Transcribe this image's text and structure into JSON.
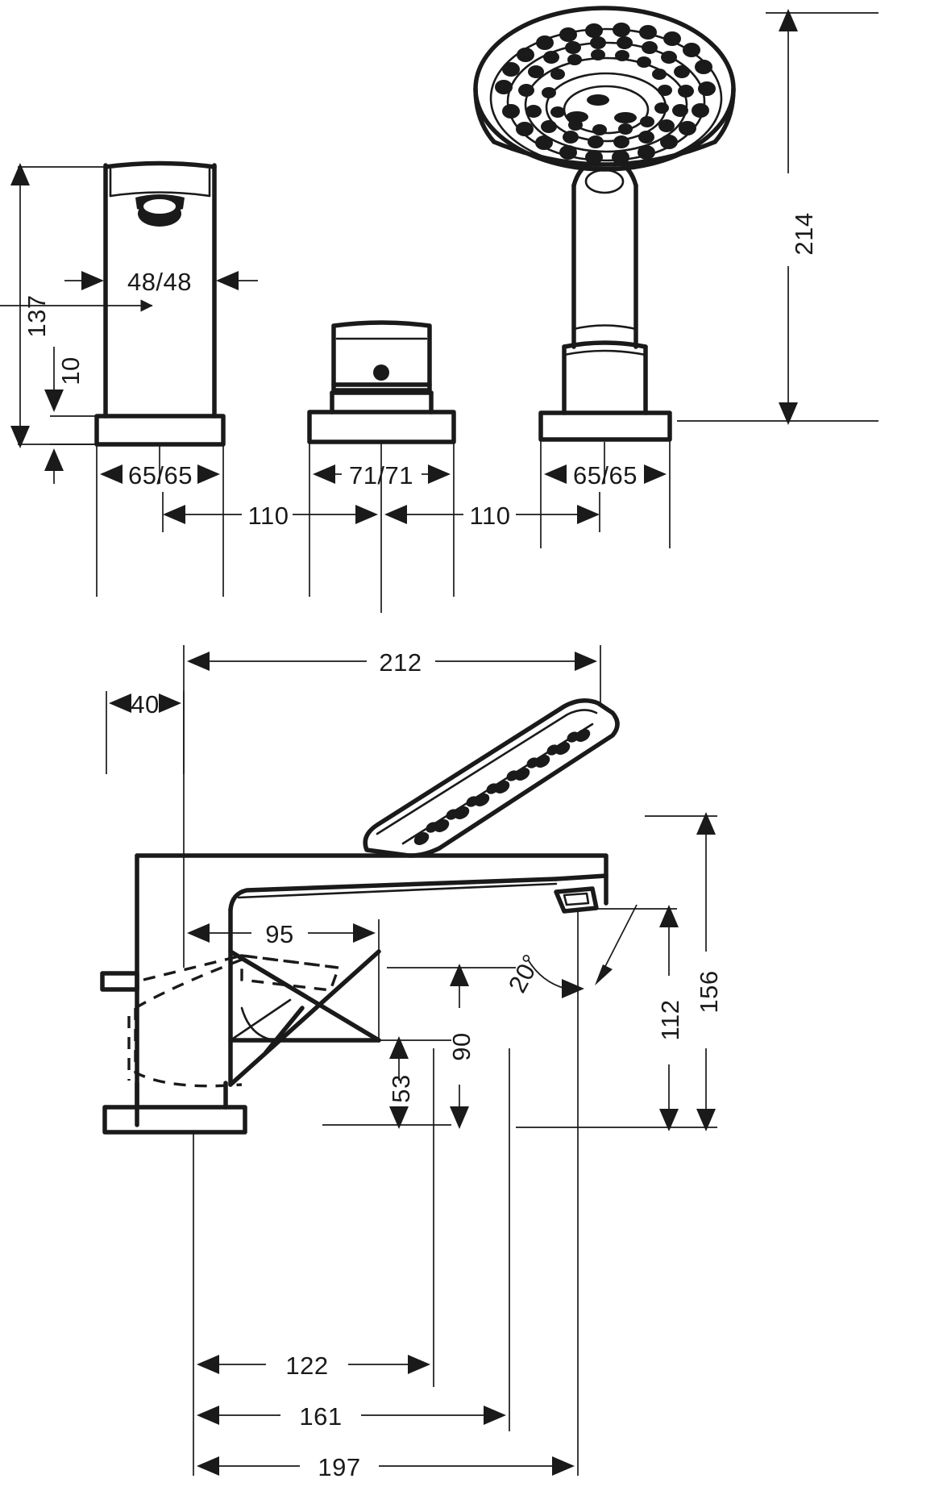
{
  "drawing": {
    "title": "Bath tub mixer technical dimension drawing",
    "units": "mm",
    "line_color": "#1a1a1a",
    "background": "#ffffff"
  },
  "views": {
    "top": {
      "name": "front-elevation-three-hole-set",
      "components": [
        {
          "id": "spout",
          "label": "square spout body"
        },
        {
          "id": "valve",
          "label": "control valve"
        },
        {
          "id": "handshower",
          "label": "hand shower on holder"
        }
      ]
    },
    "bottom": {
      "name": "side-elevation-section",
      "components": [
        {
          "id": "body",
          "label": "mixer body side view"
        },
        {
          "id": "handshower-tilted",
          "label": "tilted hand shower"
        },
        {
          "id": "lever",
          "label": "lever handle"
        }
      ]
    }
  },
  "dimensions": {
    "top_view": [
      {
        "id": "dim-137",
        "value": "137",
        "orientation": "vertical",
        "position": "left"
      },
      {
        "id": "dim-10",
        "value": "10",
        "orientation": "vertical",
        "position": "left-inner"
      },
      {
        "id": "dim-48-48",
        "value": "48/48",
        "orientation": "horizontal",
        "position": "spout-width"
      },
      {
        "id": "dim-214",
        "value": "214",
        "orientation": "vertical",
        "position": "right"
      },
      {
        "id": "dim-65-65-left",
        "value": "65/65",
        "orientation": "horizontal",
        "position": "spout-base"
      },
      {
        "id": "dim-71-71",
        "value": "71/71",
        "orientation": "horizontal",
        "position": "valve-base"
      },
      {
        "id": "dim-65-65-right",
        "value": "65/65",
        "orientation": "horizontal",
        "position": "shower-base"
      },
      {
        "id": "dim-110-left",
        "value": "110",
        "orientation": "horizontal",
        "position": "spout-to-valve"
      },
      {
        "id": "dim-110-right",
        "value": "110",
        "orientation": "horizontal",
        "position": "valve-to-shower"
      }
    ],
    "side_view": [
      {
        "id": "dim-212",
        "value": "212",
        "orientation": "horizontal",
        "position": "overall-top"
      },
      {
        "id": "dim-40",
        "value": "40",
        "orientation": "horizontal",
        "position": "left-offset"
      },
      {
        "id": "dim-95",
        "value": "95",
        "orientation": "horizontal",
        "position": "lever-reach"
      },
      {
        "id": "dim-20deg",
        "value": "20°",
        "orientation": "rotated",
        "position": "outlet-angle"
      },
      {
        "id": "dim-156",
        "value": "156",
        "orientation": "vertical",
        "position": "right-outer"
      },
      {
        "id": "dim-112",
        "value": "112",
        "orientation": "vertical",
        "position": "right-inner"
      },
      {
        "id": "dim-90",
        "value": "90",
        "orientation": "vertical",
        "position": "mid"
      },
      {
        "id": "dim-53",
        "value": "53",
        "orientation": "vertical",
        "position": "mid-inner"
      },
      {
        "id": "dim-122",
        "value": "122",
        "orientation": "horizontal",
        "position": "bottom-1"
      },
      {
        "id": "dim-161",
        "value": "161",
        "orientation": "horizontal",
        "position": "bottom-2"
      },
      {
        "id": "dim-197",
        "value": "197",
        "orientation": "horizontal",
        "position": "bottom-3"
      }
    ]
  }
}
